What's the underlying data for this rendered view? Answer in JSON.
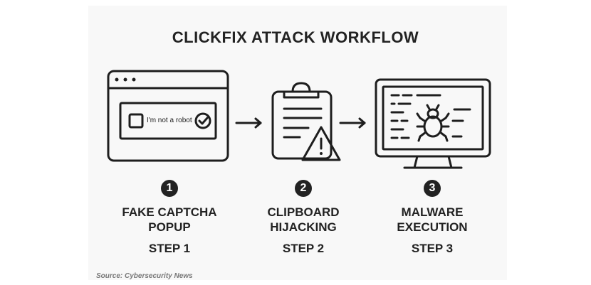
{
  "title": "CLICKFIX ATTACK WORKFLOW",
  "steps": [
    {
      "number": "1",
      "label_line1": "FAKE CAPTCHA",
      "label_line2": "POPUP",
      "step": "STEP 1",
      "icon": "browser-captcha-icon"
    },
    {
      "number": "2",
      "label_line1": "CLIPBOARD",
      "label_line2": "HIJACKING",
      "step": "STEP 2",
      "icon": "clipboard-warning-icon"
    },
    {
      "number": "3",
      "label_line1": "MALWARE",
      "label_line2": "EXECUTION",
      "step": "STEP 3",
      "icon": "monitor-bug-icon"
    }
  ],
  "captcha_text": "I'm not a robot",
  "source": "Source: Cybersecurity News",
  "colors": {
    "ink": "#1e1e1e",
    "panel": "#f8f8f8",
    "badge": "#222222",
    "source": "#777777"
  }
}
